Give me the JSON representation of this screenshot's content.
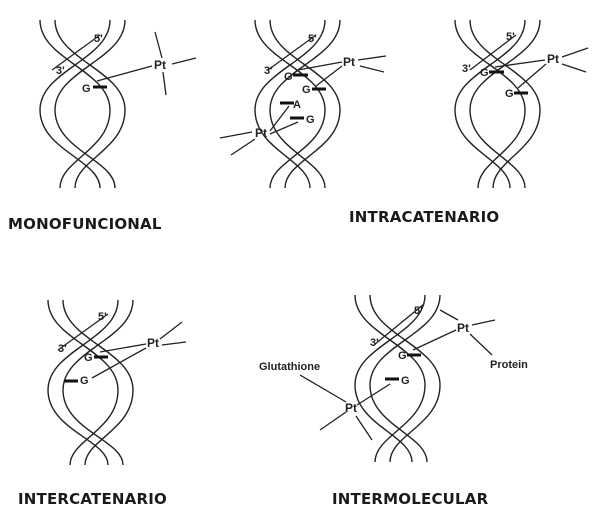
{
  "captions": {
    "monofuncional": "MONOFUNCIONAL",
    "intracatenario": "INTRACATENARIO",
    "intercatenario": "INTERCATENARIO",
    "intermolecular": "INTERMOLECULAR"
  },
  "labels": {
    "three_prime": "3'",
    "five_prime": "5'",
    "platinum": "Pt",
    "guanine": "G",
    "adenine": "A",
    "glutathione": "Glutathione",
    "protein": "Protein"
  }
}
